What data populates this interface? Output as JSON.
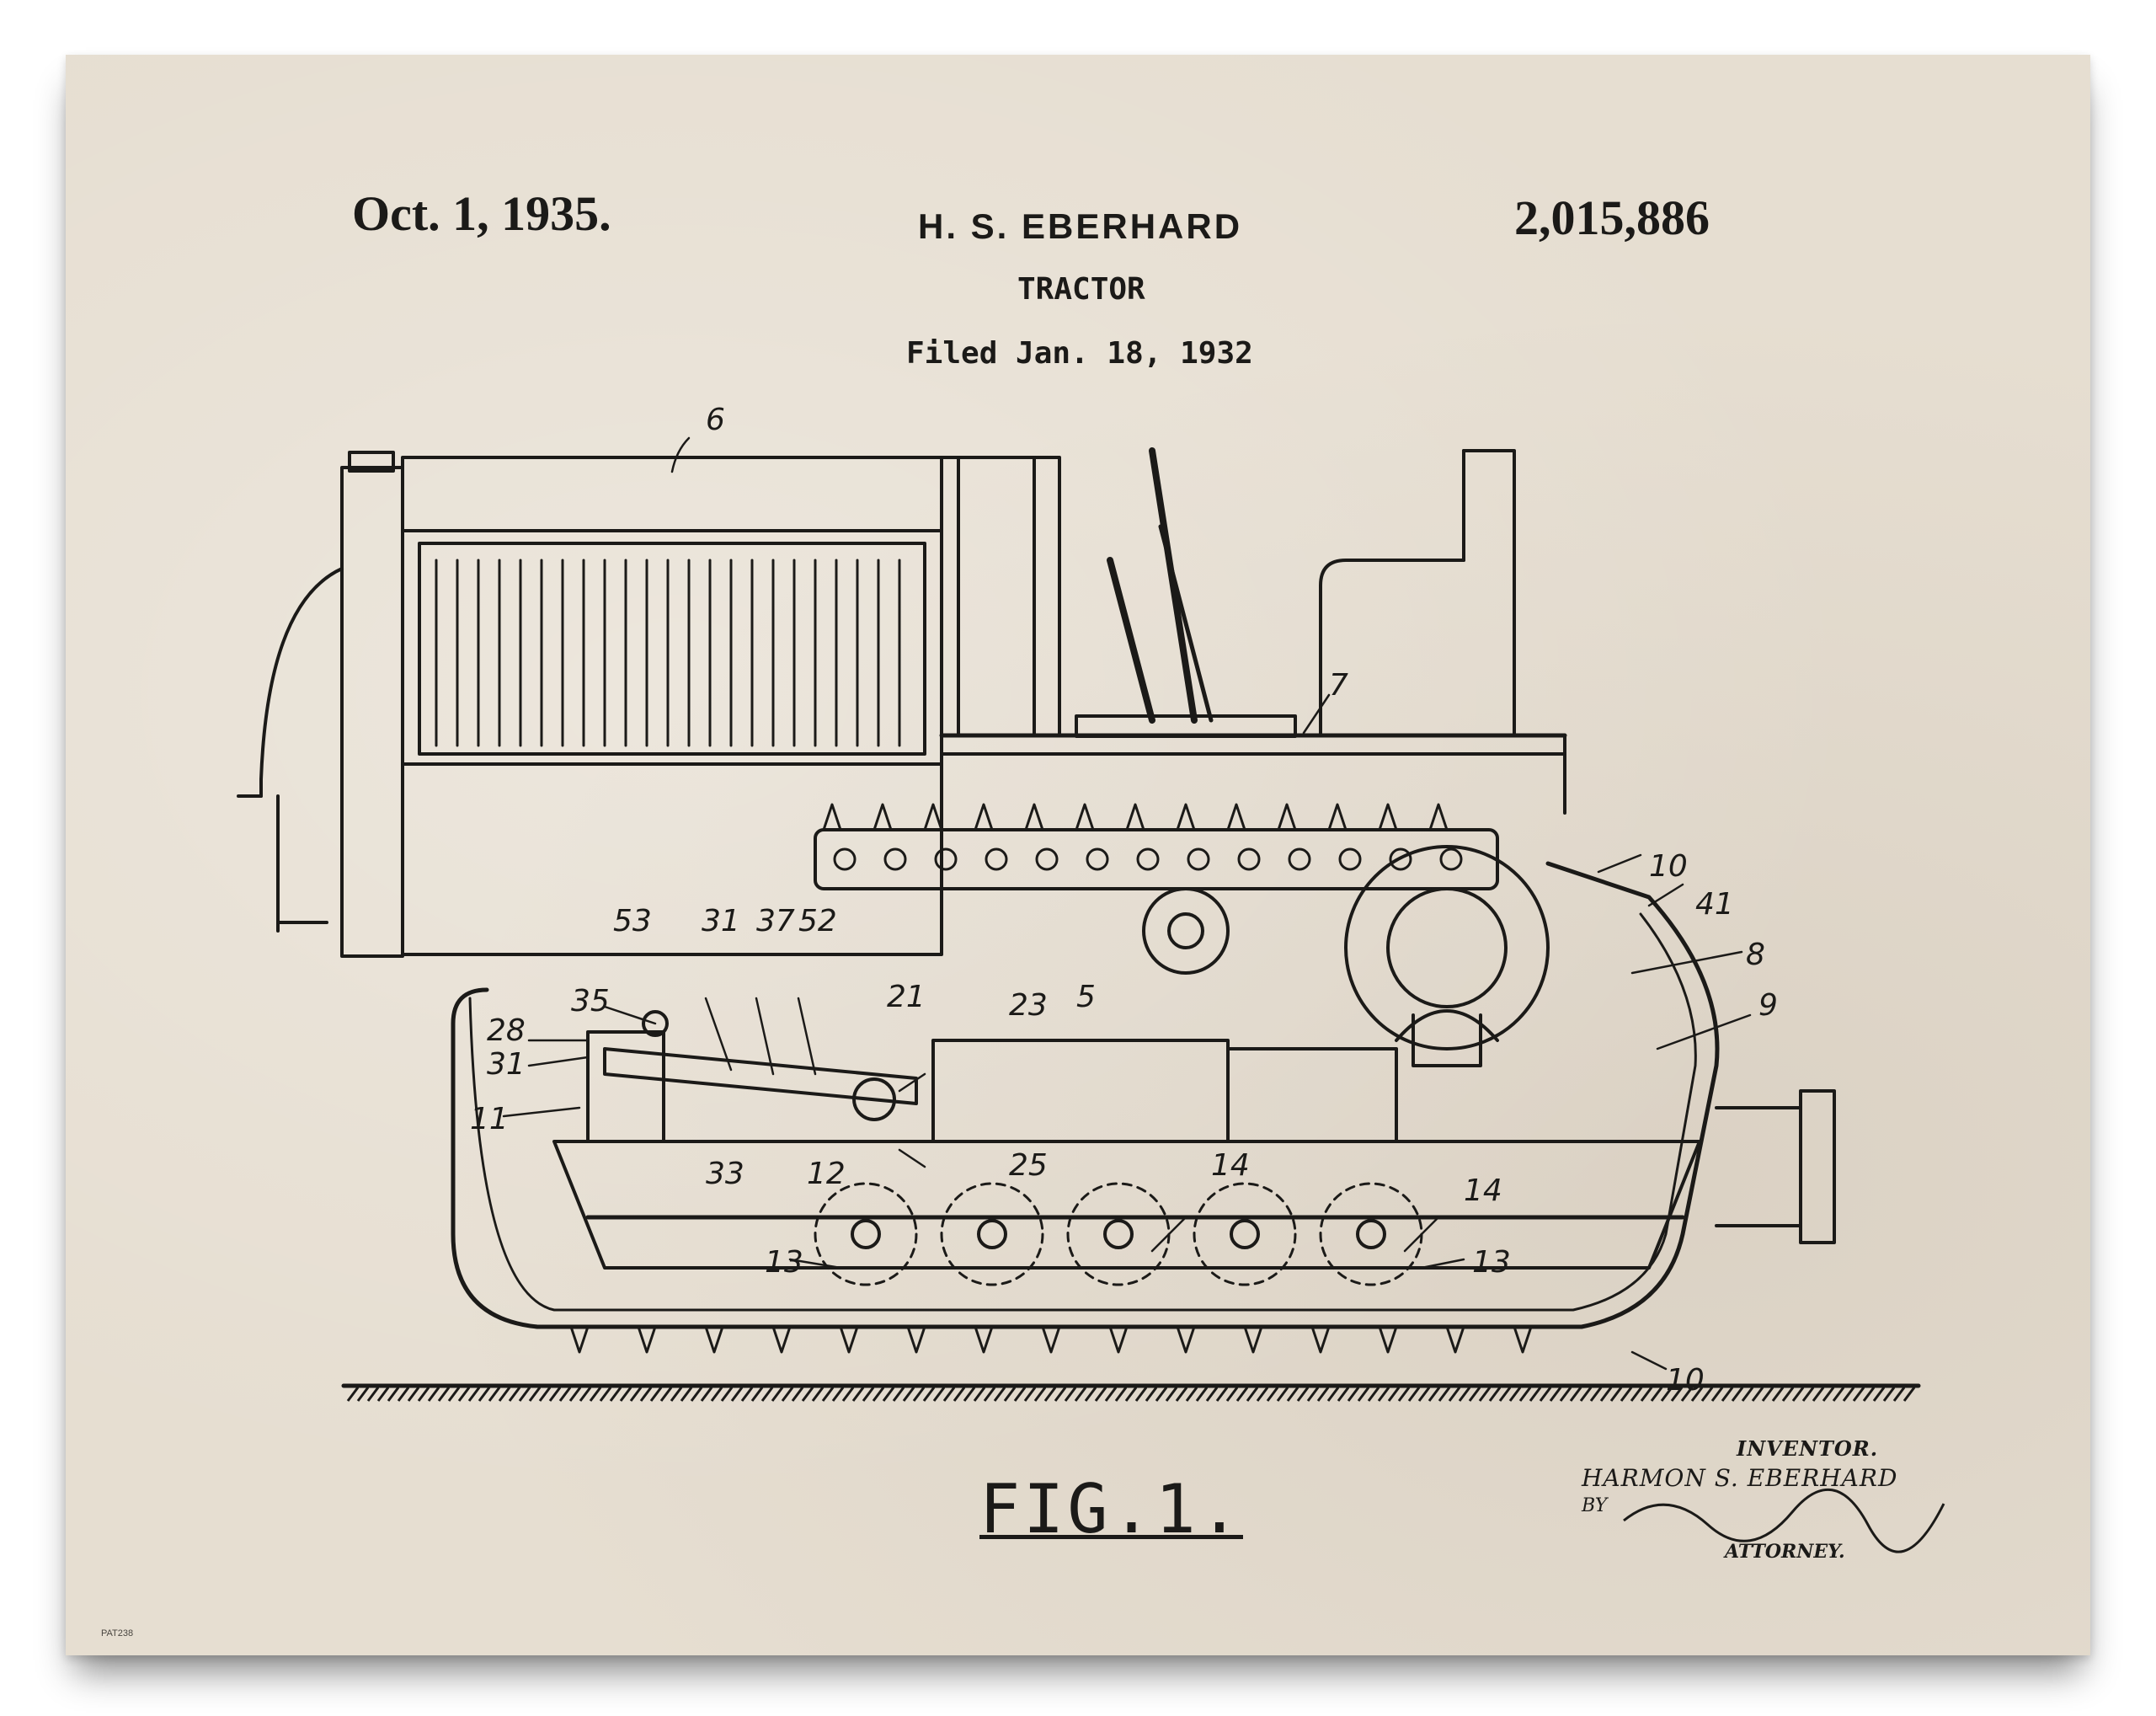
{
  "header": {
    "date": "Oct. 1, 1935.",
    "inventor_name": "H. S. EBERHARD",
    "patent_number": "2,015,886",
    "title": "TRACTOR",
    "filed": "Filed Jan. 18, 1932"
  },
  "figure": {
    "label": "FIG.1.",
    "reference_numerals": [
      "6",
      "7",
      "10",
      "41",
      "8",
      "9",
      "53",
      "31",
      "37",
      "52",
      "35",
      "28",
      "31",
      "11",
      "21",
      "23",
      "5",
      "33",
      "12",
      "25",
      "14",
      "14",
      "13",
      "13",
      "10"
    ]
  },
  "signature": {
    "inventor_label": "INVENTOR.",
    "inventor_full_name": "HARMON S. EBERHARD",
    "by_label": "BY",
    "attorney_label": "ATTORNEY."
  },
  "print_code": "PAT238",
  "colors": {
    "paper": "#e6ded1",
    "ink": "#1b1a18"
  }
}
